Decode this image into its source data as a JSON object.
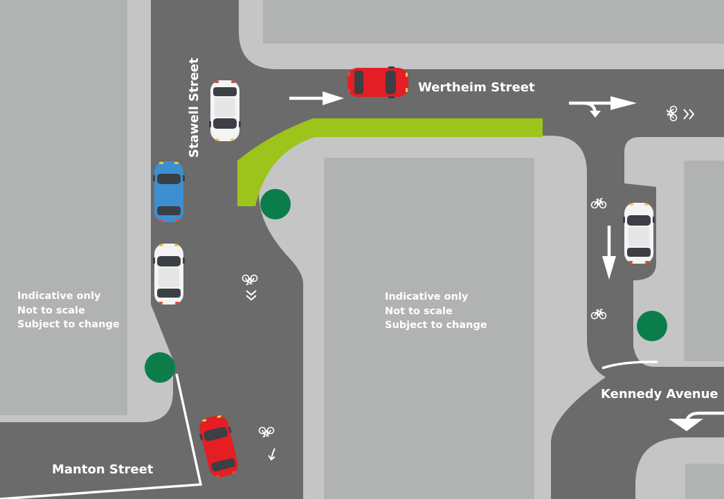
{
  "streets": {
    "wertheim": "Wertheim Street",
    "stawell": "Stawell Street",
    "kennedy": "Kennedy Avenue",
    "manton": "Manton Street"
  },
  "notices": [
    {
      "line1": "Indicative only",
      "line2": "Not to scale",
      "line3": "Subject to change"
    },
    {
      "line1": "Indicative only",
      "line2": "Not to scale",
      "line3": "Subject to change"
    }
  ],
  "colors": {
    "road": "#6b6b6b",
    "footpath": "#c4c5c4",
    "building": "#b1b3b2",
    "bike_path_green": "#9dc41a",
    "tree": "#0b7d4b",
    "car_red": "#e31e24",
    "car_blue": "#3d8fd1",
    "car_white": "#f4f4f4",
    "markings": "#ffffff"
  },
  "vehicles": [
    {
      "type": "car",
      "color": "red",
      "street": "Wertheim Street"
    },
    {
      "type": "car",
      "color": "white",
      "street": "Stawell Street"
    },
    {
      "type": "car",
      "color": "blue",
      "street": "Stawell Street"
    },
    {
      "type": "car",
      "color": "white",
      "street": "Stawell Street"
    },
    {
      "type": "car",
      "color": "white",
      "street": "Kennedy Avenue"
    },
    {
      "type": "car",
      "color": "red",
      "street": "Manton Street"
    }
  ],
  "icons": [
    "bicycle-icon",
    "direction-arrow-icon",
    "tree-icon",
    "car-icon"
  ]
}
